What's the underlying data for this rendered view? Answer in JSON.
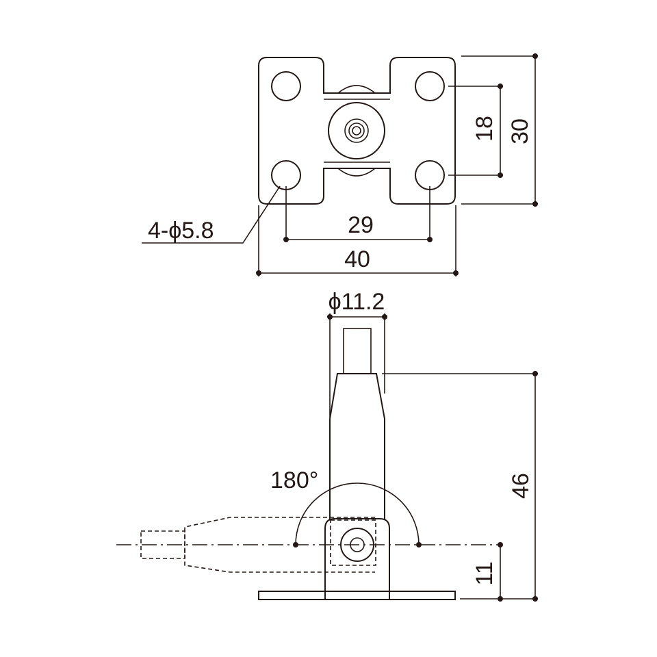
{
  "dimensions": {
    "hole_callout": "4-ϕ5.8",
    "hole_spacing_x": "29",
    "plate_width": "40",
    "hole_spacing_y": "18",
    "plate_height": "30",
    "shaft_diameter": "ϕ11.2",
    "total_height": "46",
    "pivot_height": "11",
    "rotation_angle": "180°"
  },
  "colors": {
    "line": "#231815",
    "background": "#ffffff"
  }
}
